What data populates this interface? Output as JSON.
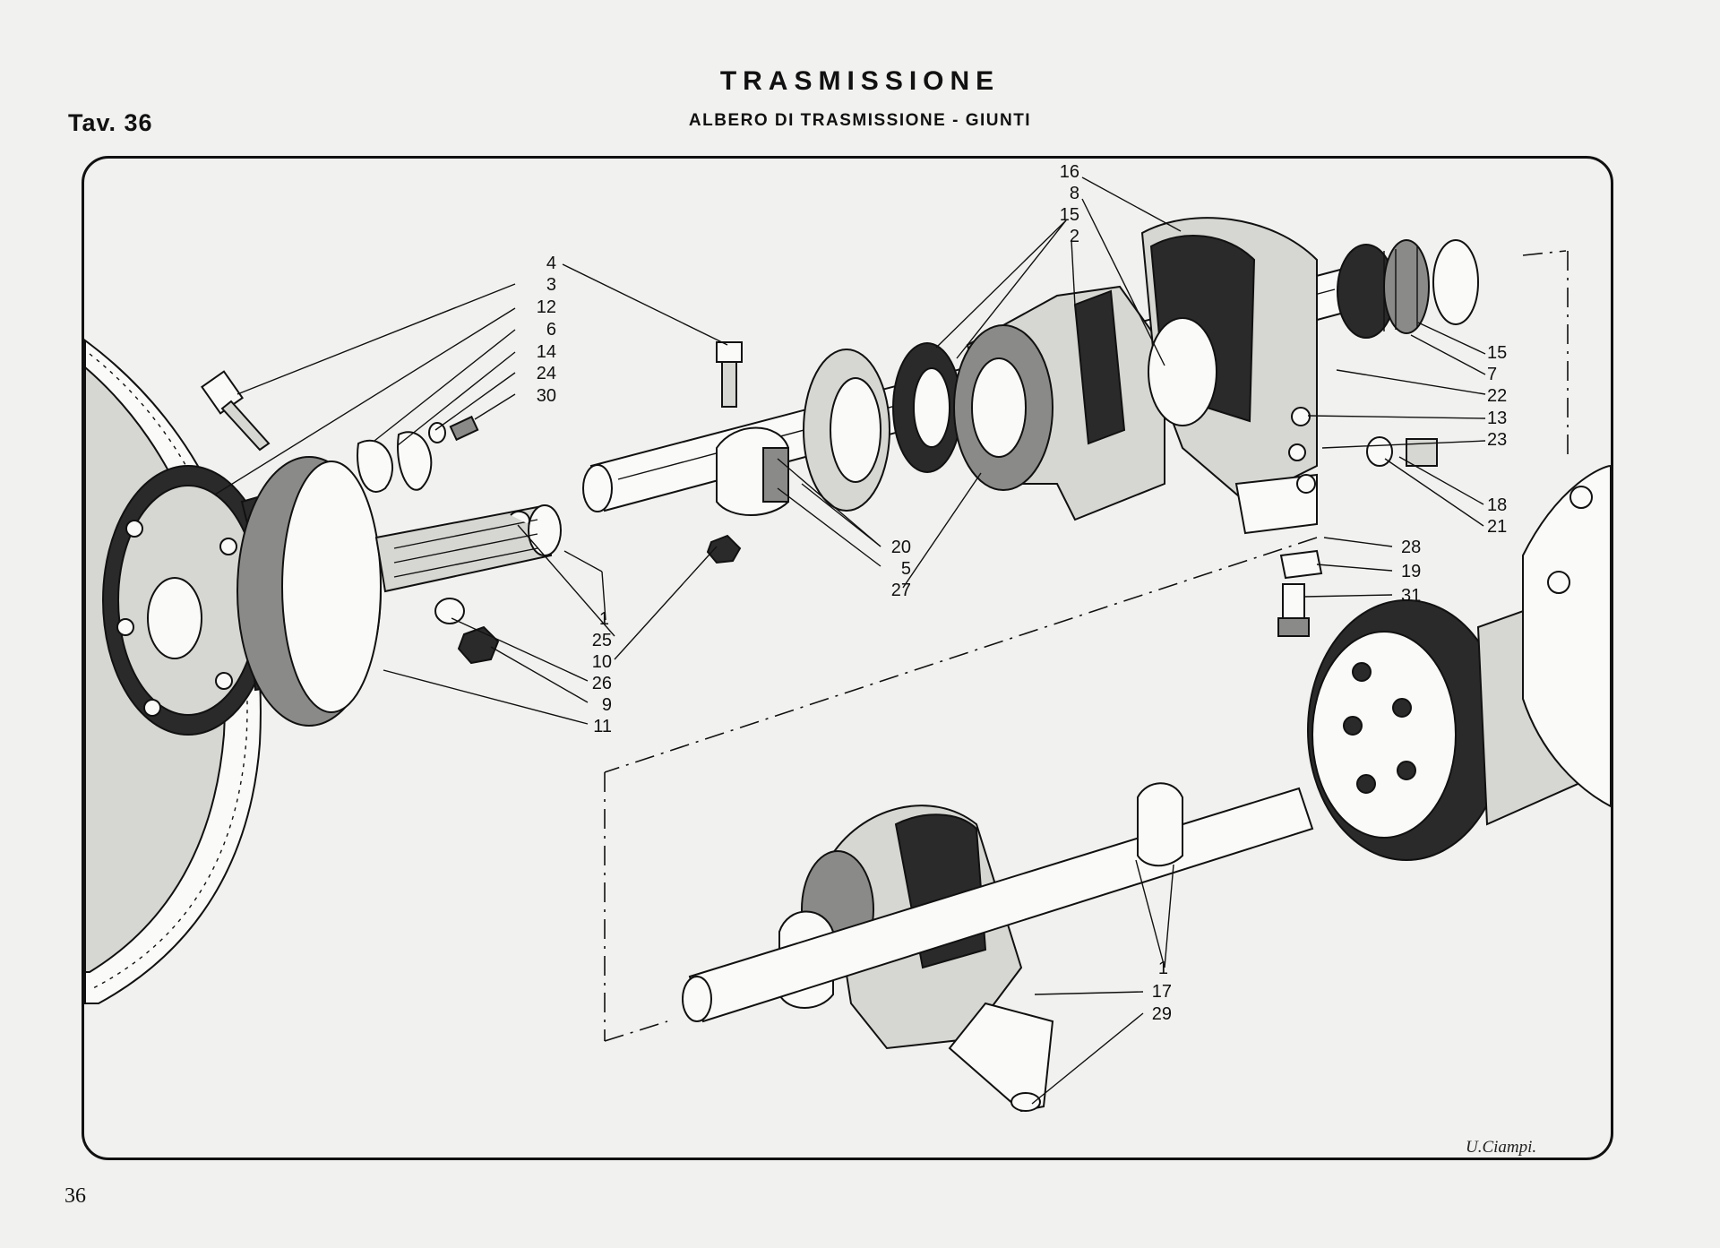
{
  "header": {
    "title": "TRASMISSIONE",
    "subtitle": "ALBERO DI TRASMISSIONE - GIUNTI",
    "plate": "Tav. 36"
  },
  "footer": {
    "page_number": "36",
    "signature": "U.Ciampi."
  },
  "callouts": {
    "left_column": [
      "4",
      "3",
      "12",
      "6",
      "14",
      "24",
      "30"
    ],
    "middle_column": [
      "1",
      "25",
      "10",
      "26",
      "9",
      "11"
    ],
    "coupling_group": [
      "20",
      "5",
      "27"
    ],
    "top_column": [
      "16",
      "8",
      "15",
      "2"
    ],
    "right_column_upper": [
      "15",
      "7",
      "22",
      "13",
      "23"
    ],
    "right_column_lower": [
      "18",
      "21"
    ],
    "bracket_column": [
      "28",
      "19",
      "31"
    ],
    "bottom_column": [
      "1",
      "17",
      "29"
    ]
  }
}
